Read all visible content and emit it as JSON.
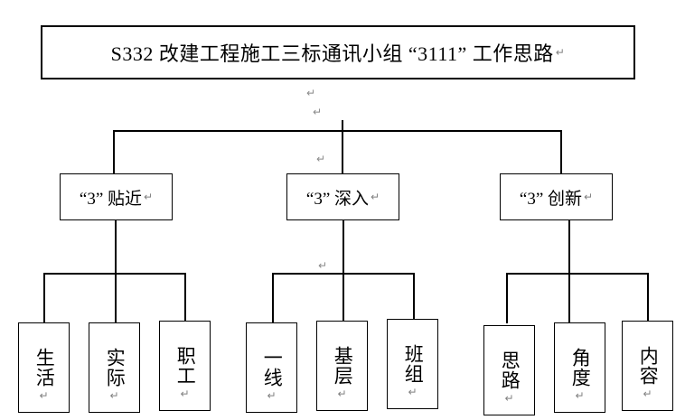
{
  "diagram": {
    "type": "organizational-tree",
    "title_box": {
      "text": "S332 改建工程施工三标通讯小组 “3111” 工作思路",
      "paragraph_mark": "↵"
    },
    "level2": [
      {
        "text": "“3” 贴近",
        "paragraph_mark": "↵"
      },
      {
        "text": "“3” 深入",
        "paragraph_mark": "↵"
      },
      {
        "text": "“3” 创新",
        "paragraph_mark": "↵"
      }
    ],
    "level3": [
      {
        "text": "生活",
        "paragraph_mark": "↵"
      },
      {
        "text": "实际",
        "paragraph_mark": "↵"
      },
      {
        "text": "职工",
        "paragraph_mark": "↵"
      },
      {
        "text": "一线",
        "paragraph_mark": "↵"
      },
      {
        "text": "基层",
        "paragraph_mark": "↵"
      },
      {
        "text": "班组",
        "paragraph_mark": "↵"
      },
      {
        "text": "思路",
        "paragraph_mark": "↵"
      },
      {
        "text": "角度",
        "paragraph_mark": "↵"
      },
      {
        "text": "内容",
        "paragraph_mark": "↵"
      }
    ],
    "floating_marks": [
      {
        "text": "↵"
      },
      {
        "text": "↵"
      },
      {
        "text": "↵"
      },
      {
        "text": "↵"
      },
      {
        "text": "↵"
      }
    ],
    "colors": {
      "line": "#000000",
      "text": "#000000",
      "paragraph_mark": "#808080",
      "background": "#ffffff"
    }
  }
}
